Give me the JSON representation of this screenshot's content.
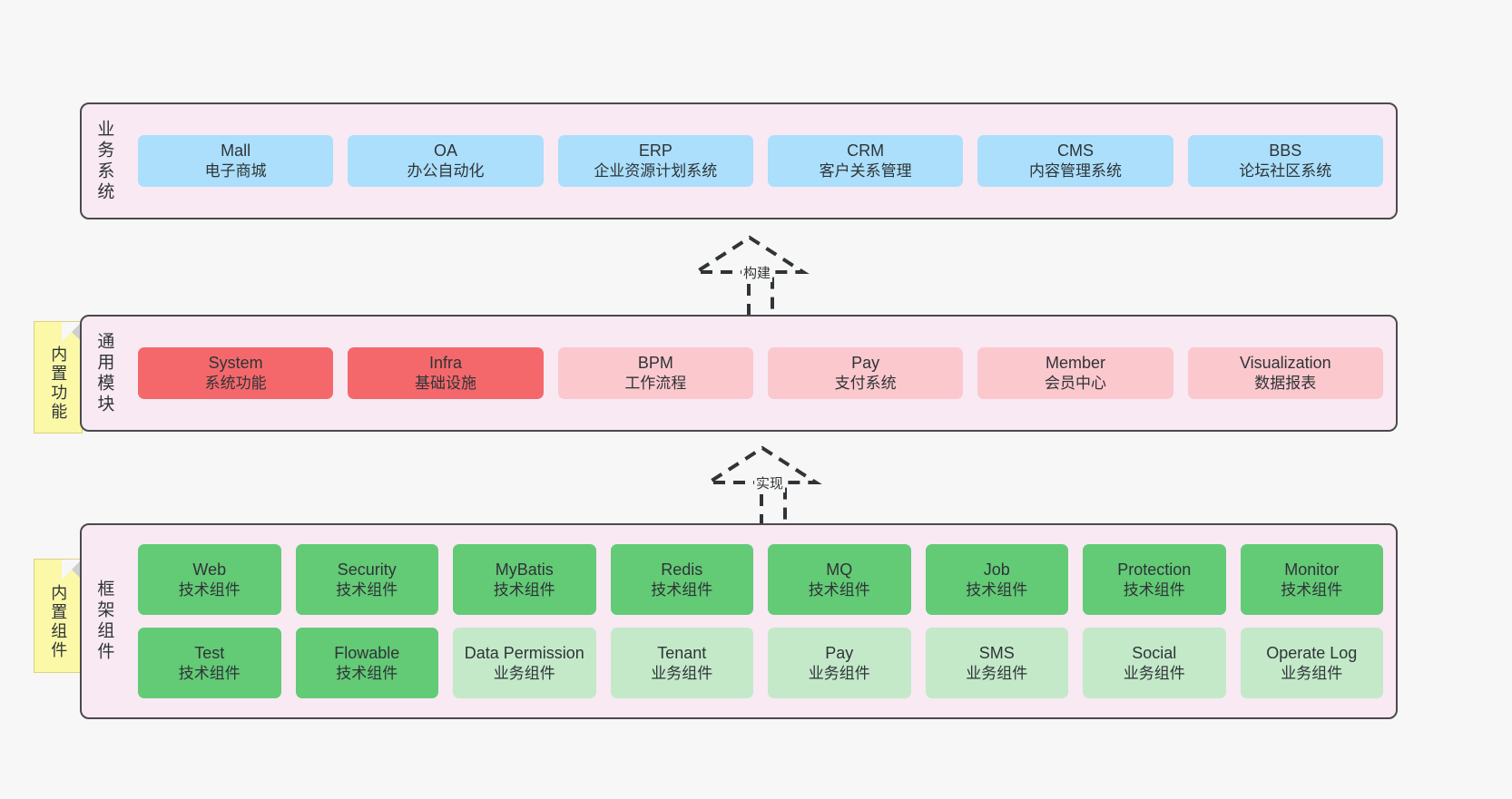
{
  "diagram": {
    "title": "ruoyi-vue-pro architecture layers",
    "colors": {
      "background": "#f7f7f7",
      "band_fill": "#f8e9f3",
      "band_border": "#4a4a4a",
      "sticky_fill": "#fbf8a8",
      "business_card": "#abdffb",
      "module_active": "#f4686c",
      "module_inactive": "#fbc8ce",
      "tech_component": "#63ca76",
      "biz_component": "#c3e9c9"
    }
  },
  "business_layer": {
    "label": "业务系统",
    "cards": [
      {
        "name": "Mall",
        "desc": "电子商城"
      },
      {
        "name": "OA",
        "desc": "办公自动化"
      },
      {
        "name": "ERP",
        "desc": "企业资源计划系统"
      },
      {
        "name": "CRM",
        "desc": "客户关系管理"
      },
      {
        "name": "CMS",
        "desc": "内容管理系统"
      },
      {
        "name": "BBS",
        "desc": "论坛社区系统"
      }
    ]
  },
  "arrow_build": {
    "label": "构建"
  },
  "module_layer": {
    "sticky": "内置功能",
    "label": "通用模块",
    "cards": [
      {
        "name": "System",
        "desc": "系统功能",
        "style": "c-red"
      },
      {
        "name": "Infra",
        "desc": "基础设施",
        "style": "c-red"
      },
      {
        "name": "BPM",
        "desc": "工作流程",
        "style": "c-pink"
      },
      {
        "name": "Pay",
        "desc": "支付系统",
        "style": "c-pink"
      },
      {
        "name": "Member",
        "desc": "会员中心",
        "style": "c-pink"
      },
      {
        "name": "Visualization",
        "desc": "数据报表",
        "style": "c-pink"
      }
    ]
  },
  "arrow_impl": {
    "label": "实现"
  },
  "framework_layer": {
    "sticky": "内置组件",
    "label": "框架组件",
    "row1": [
      {
        "name": "Web",
        "desc": "技术组件",
        "style": "c-green"
      },
      {
        "name": "Security",
        "desc": "技术组件",
        "style": "c-green"
      },
      {
        "name": "MyBatis",
        "desc": "技术组件",
        "style": "c-green"
      },
      {
        "name": "Redis",
        "desc": "技术组件",
        "style": "c-green"
      },
      {
        "name": "MQ",
        "desc": "技术组件",
        "style": "c-green"
      },
      {
        "name": "Job",
        "desc": "技术组件",
        "style": "c-green"
      },
      {
        "name": "Protection",
        "desc": "技术组件",
        "style": "c-green"
      },
      {
        "name": "Monitor",
        "desc": "技术组件",
        "style": "c-green"
      }
    ],
    "row2": [
      {
        "name": "Test",
        "desc": "技术组件",
        "style": "c-green"
      },
      {
        "name": "Flowable",
        "desc": "技术组件",
        "style": "c-green"
      },
      {
        "name": "Data Permission",
        "desc": "业务组件",
        "style": "c-greenlight"
      },
      {
        "name": "Tenant",
        "desc": "业务组件",
        "style": "c-greenlight"
      },
      {
        "name": "Pay",
        "desc": "业务组件",
        "style": "c-greenlight"
      },
      {
        "name": "SMS",
        "desc": "业务组件",
        "style": "c-greenlight"
      },
      {
        "name": "Social",
        "desc": "业务组件",
        "style": "c-greenlight"
      },
      {
        "name": "Operate Log",
        "desc": "业务组件",
        "style": "c-greenlight"
      }
    ]
  }
}
